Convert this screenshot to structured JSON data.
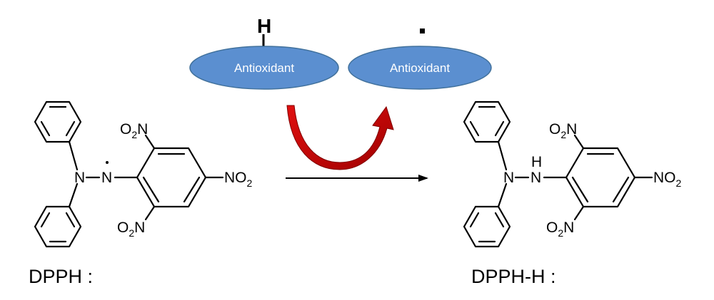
{
  "reagent": {
    "before_label": "Antioxidant",
    "after_label": "Antioxidant",
    "hydrogen_symbol": "H",
    "radical_dot": "·"
  },
  "reactant": {
    "caption": "DPPH :",
    "nitrogen_1": "N",
    "nitrogen_2": "N",
    "radical_dot": "·",
    "substituent_top": "O2N",
    "substituent_right": "NO2",
    "substituent_bottom": "O2N"
  },
  "product": {
    "caption": "DPPH-H :",
    "nitrogen_1": "N",
    "nitrogen_2": "N",
    "hydrogen": "H",
    "substituent_top": "O2N",
    "substituent_right": "NO2",
    "substituent_bottom": "O2N"
  },
  "colors": {
    "pill_fill": "#5b8fd0",
    "pill_border": "#41719c",
    "curved_arrow": "#cc0000"
  }
}
